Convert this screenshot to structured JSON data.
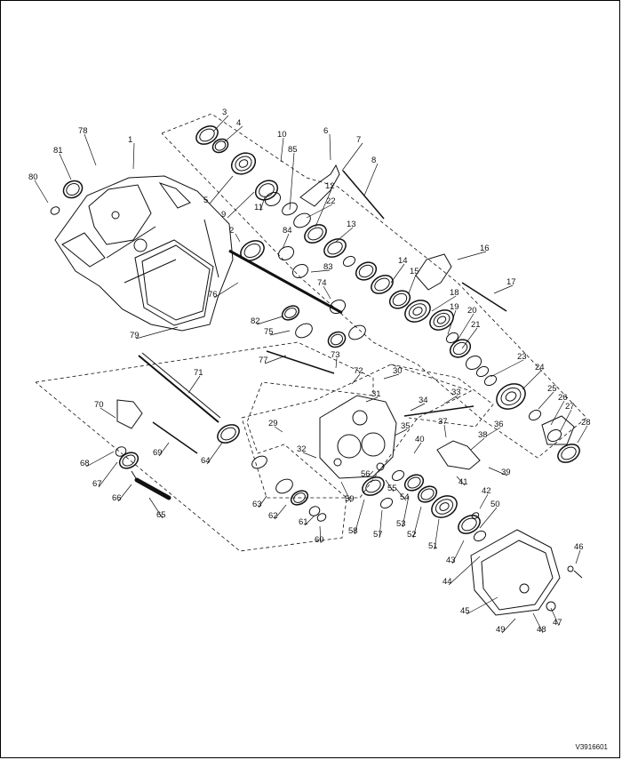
{
  "figure": {
    "reference_code": "V3916601"
  },
  "colors": {
    "ink": "#111111",
    "paper": "#ffffff"
  },
  "callouts": [
    "1",
    "2",
    "3",
    "4",
    "5",
    "6",
    "7",
    "8",
    "9",
    "10",
    "11",
    "12",
    "13",
    "14",
    "15",
    "16",
    "17",
    "18",
    "19",
    "20",
    "21",
    "22",
    "23",
    "24",
    "25",
    "26",
    "27",
    "28",
    "29",
    "30",
    "31",
    "32",
    "33",
    "34",
    "35",
    "36",
    "37",
    "38",
    "39",
    "40",
    "41",
    "42",
    "43",
    "44",
    "45",
    "46",
    "47",
    "48",
    "49",
    "50",
    "51",
    "52",
    "53",
    "54",
    "55",
    "56",
    "57",
    "58",
    "59",
    "60",
    "61",
    "62",
    "63",
    "64",
    "65",
    "66",
    "67",
    "68",
    "69",
    "70",
    "71",
    "72",
    "73",
    "74",
    "75",
    "76",
    "77",
    "78",
    "79",
    "80",
    "81",
    "82",
    "83",
    "84",
    "85"
  ]
}
